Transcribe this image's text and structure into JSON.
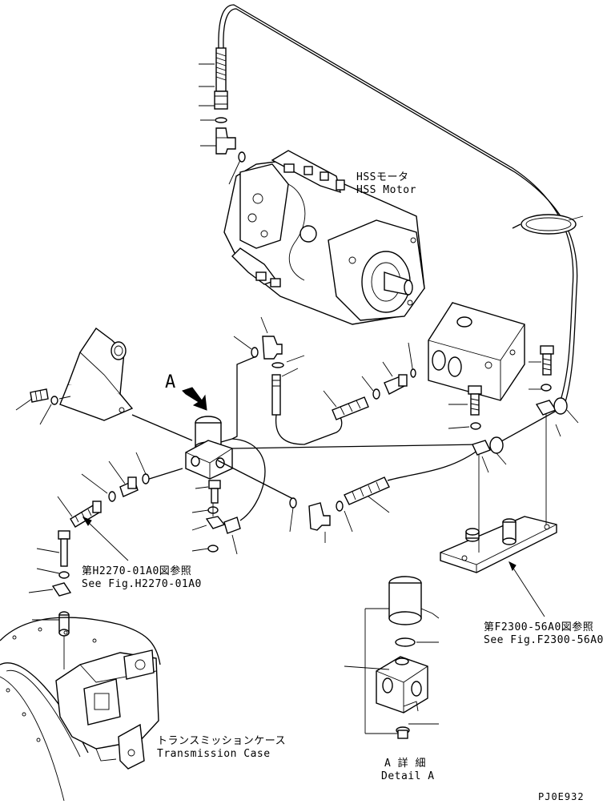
{
  "labels": {
    "hss_motor_jp": "HSSモータ",
    "hss_motor_en": "HSS Motor",
    "view_a": "A",
    "ref_h2270_jp": "第H2270-01A0図参照",
    "ref_h2270_en": "See Fig.H2270-01A0",
    "ref_f2300_jp": "第F2300-56A0図参照",
    "ref_f2300_en": "See Fig.F2300-56A0",
    "transmission_jp": "トランスミッションケース",
    "transmission_en": "Transmission Case",
    "detail_a_jp": "A 詳 細",
    "detail_a_en": "Detail A",
    "drawing_code": "PJ0E932"
  }
}
